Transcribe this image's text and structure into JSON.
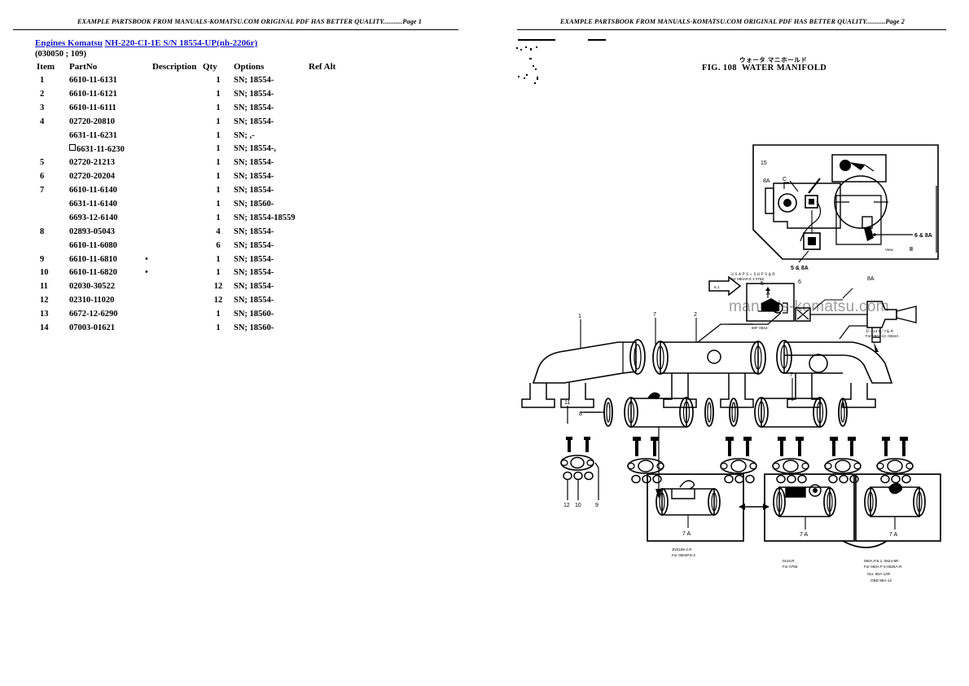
{
  "left": {
    "header": "EXAMPLE PARTSBOOK FROM MANUALS-KOMATSU.COM ORIGINAL PDF HAS BETTER QUALITY...........Page 1",
    "breadcrumb": {
      "group": "Engines Komatsu",
      "model": "NH-220-CI-1E  S/N 18554-UP(nh-2206r)"
    },
    "subcode": "(030050 ; 109)",
    "columns": [
      "Item",
      "PartNo",
      "Description",
      "Qty",
      "Options",
      "Ref Alt"
    ],
    "rows": [
      {
        "item": "1",
        "part": "6610-11-6131",
        "mark": "",
        "desc": "",
        "qty": "1",
        "opt": "SN; 18554-",
        "ref": ""
      },
      {
        "item": "2",
        "part": "6610-11-6121",
        "mark": "",
        "desc": "",
        "qty": "1",
        "opt": "SN; 18554-",
        "ref": ""
      },
      {
        "item": "3",
        "part": "6610-11-6111",
        "mark": "",
        "desc": "",
        "qty": "1",
        "opt": "SN; 18554-",
        "ref": ""
      },
      {
        "item": "4",
        "part": "02720-20810",
        "mark": "",
        "desc": "",
        "qty": "1",
        "opt": "SN; 18554-",
        "ref": ""
      },
      {
        "item": "",
        "part": "6631-11-6231",
        "mark": "",
        "desc": "",
        "qty": "1",
        "opt": "SN; ,-",
        "ref": ""
      },
      {
        "item": "",
        "part": "6631-11-6230",
        "mark": "box",
        "desc": "",
        "qty": "1",
        "opt": "SN; 18554-,",
        "ref": ""
      },
      {
        "item": "5",
        "part": "02720-21213",
        "mark": "",
        "desc": "",
        "qty": "1",
        "opt": "SN; 18554-",
        "ref": ""
      },
      {
        "item": "6",
        "part": "02720-20204",
        "mark": "",
        "desc": "",
        "qty": "1",
        "opt": "SN; 18554-",
        "ref": ""
      },
      {
        "item": "7",
        "part": "6610-11-6140",
        "mark": "",
        "desc": "",
        "qty": "1",
        "opt": "SN; 18554-",
        "ref": ""
      },
      {
        "item": "",
        "part": "6631-11-6140",
        "mark": "",
        "desc": "",
        "qty": "1",
        "opt": "SN; 18560-",
        "ref": ""
      },
      {
        "item": "",
        "part": "6693-12-6140",
        "mark": "",
        "desc": "",
        "qty": "1",
        "opt": "SN; 18554-18559",
        "ref": ""
      },
      {
        "item": "8",
        "part": "02893-05043",
        "mark": "",
        "desc": "",
        "qty": "4",
        "opt": "SN; 18554-",
        "ref": ""
      },
      {
        "item": "",
        "part": "6610-11-6080",
        "mark": "",
        "desc": "",
        "qty": "6",
        "opt": "SN; 18554-",
        "ref": ""
      },
      {
        "item": "9",
        "part": "6610-11-6810",
        "mark": "dot",
        "desc": "",
        "qty": "1",
        "opt": "SN; 18554-",
        "ref": ""
      },
      {
        "item": "10",
        "part": "6610-11-6820",
        "mark": "dot",
        "desc": "",
        "qty": "1",
        "opt": "SN; 18554-",
        "ref": ""
      },
      {
        "item": "11",
        "part": "02030-30522",
        "mark": "",
        "desc": "",
        "qty": "12",
        "opt": "SN; 18554-",
        "ref": ""
      },
      {
        "item": "12",
        "part": "02310-11020",
        "mark": "",
        "desc": "",
        "qty": "12",
        "opt": "SN; 18554-",
        "ref": ""
      },
      {
        "item": "13",
        "part": "6672-12-6290",
        "mark": "",
        "desc": "",
        "qty": "1",
        "opt": "SN; 18560-",
        "ref": ""
      },
      {
        "item": "14",
        "part": "07003-01621",
        "mark": "",
        "desc": "",
        "qty": "1",
        "opt": "SN; 18560-",
        "ref": ""
      }
    ]
  },
  "right": {
    "header": "EXAMPLE PARTSBOOK FROM MANUALS-KOMATSU.COM ORIGINAL PDF HAS BETTER QUALITY...........Page 2",
    "figure_number": "FIG. 108",
    "figure_title": "WATER MANIFOLD",
    "figure_title_jp": "ウォータ マニホールド",
    "watermark": "manuals-komatsu.com",
    "callouts": {
      "inset_top": "15",
      "inset_a": "8A",
      "inset_c": "C",
      "inset_right": "6 & 8A",
      "inset_bottom": "5 & 8A",
      "inset_view": "View",
      "inset_view_num": "II",
      "arrow_label": "6.1",
      "detail_a": "A",
      "main_1": "1",
      "main_7": "7",
      "main_2": "2",
      "main_5": "5",
      "main_6": "6",
      "main_8a": "8A",
      "main_7b": "7",
      "main_11": "11",
      "main_8": "8",
      "main_12": "12",
      "main_10": "10",
      "main_9": "9",
      "box_label": "7 A",
      "section_mark": "I"
    },
    "notes": {
      "inset_note": "ＵＳＡＰＳ・ＳＵＰＳ＆Ｒ\nFor 080AP.S 3 0756",
      "detail_note": "80F  0842-",
      "right_note": "Ｄ‐‐‐‐13 6／7＆Ａ\nFor 0903 12. 0362A",
      "box1_note": "JN0189-2.R\nFor 0604P.8-3",
      "box2_note": "0115.R\nFor 0756",
      "box3_note": "060A.P.6 1. 0624-6R\nFor 060A P 5-0625A-R\n011. 85A-12R\nOBD  86A-12"
    }
  }
}
